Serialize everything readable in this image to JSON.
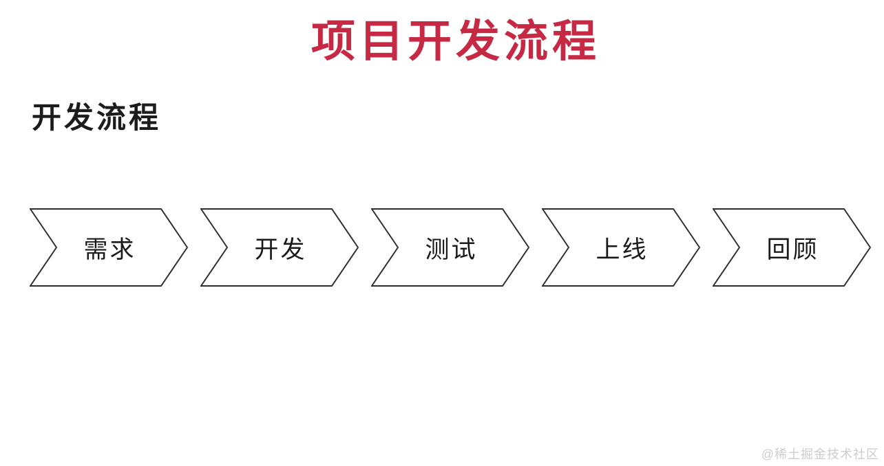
{
  "header": {
    "title": "项目开发流程"
  },
  "section": {
    "heading": "开发流程"
  },
  "flow": {
    "steps": [
      {
        "label": "需求"
      },
      {
        "label": "开发"
      },
      {
        "label": "测试"
      },
      {
        "label": "上线"
      },
      {
        "label": "回顾"
      }
    ]
  },
  "footer": {
    "watermark": "@稀土掘金技术社区"
  },
  "colors": {
    "title_red": "#C52944",
    "shape_stroke": "#2F2F2F",
    "shape_fill": "#FFFFFF",
    "label_text": "#1A1A1A",
    "watermark_gray": "#CDCDCD",
    "background": "#FFFFFF"
  }
}
